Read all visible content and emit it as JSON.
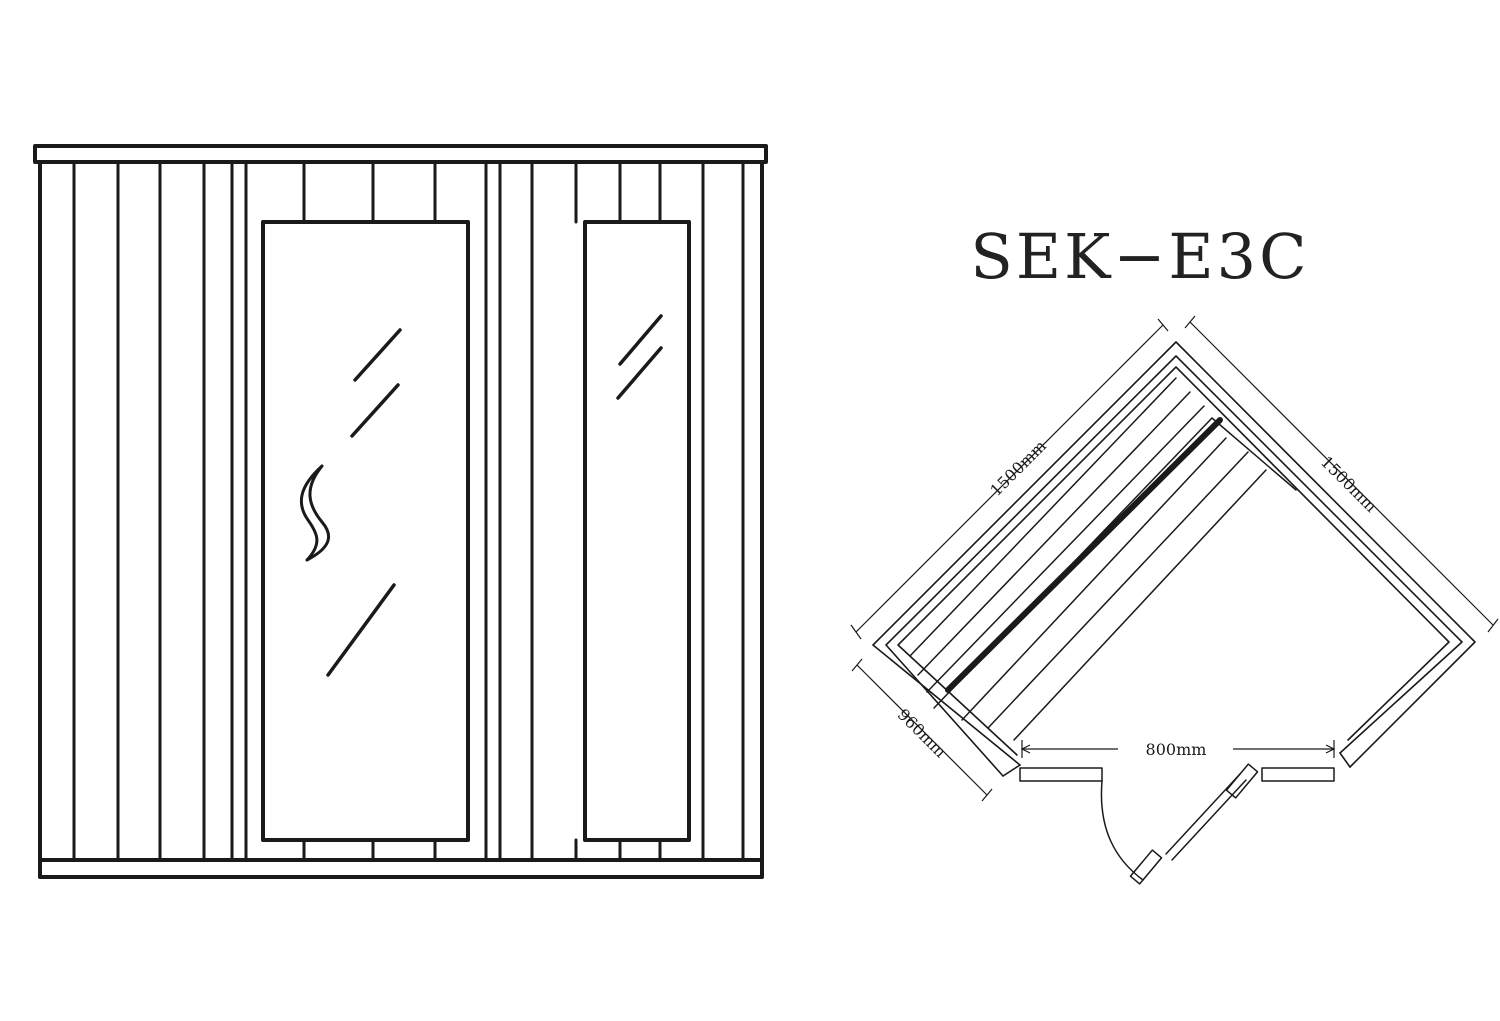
{
  "model": "SEK−E3C",
  "dimensions": {
    "left_wall": "1500mm",
    "right_wall": "1500mm",
    "short_wall": "960mm",
    "door_opening": "800mm"
  },
  "colors": {
    "line": "#1a1a1a",
    "background": "#ffffff"
  }
}
